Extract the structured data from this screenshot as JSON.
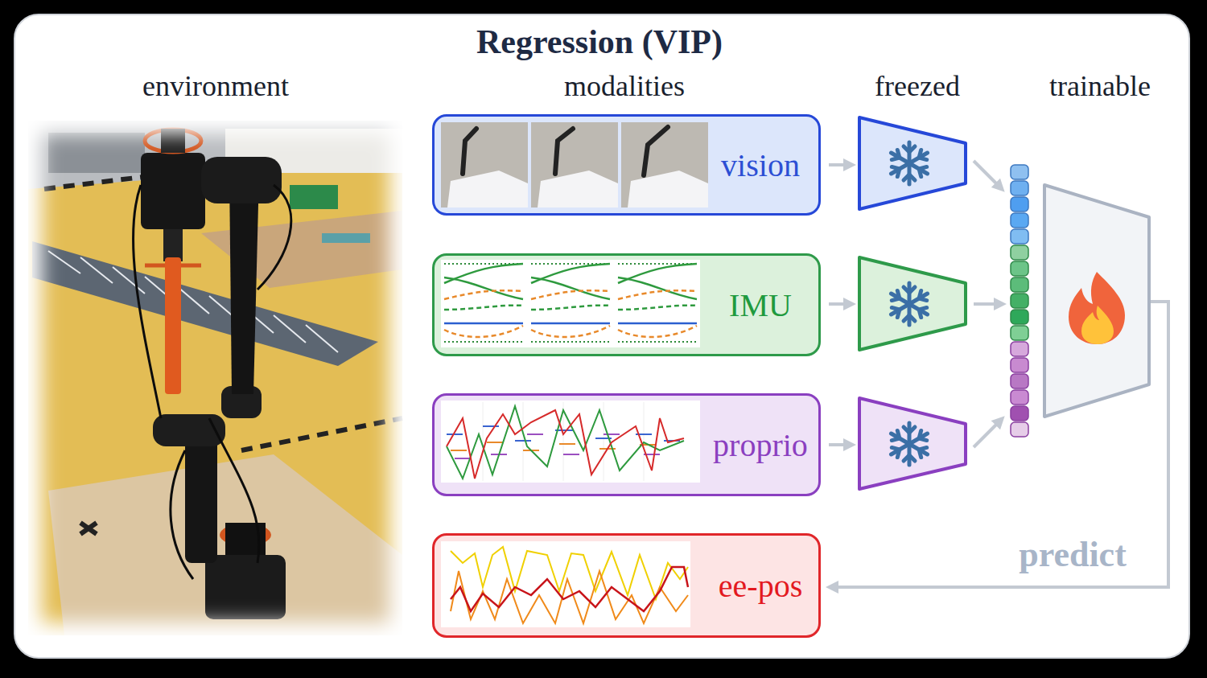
{
  "diagram": {
    "title": "Regression (VIP)",
    "nodes": [
      {
        "text": [
          "vision"
        ]
      },
      {
        "text": [
          "IMU"
        ]
      },
      {
        "text": [
          "proprio"
        ]
      },
      {
        "text": [
          "ee-pos"
        ]
      }
    ],
    "labels": [
      "environment",
      "modalities",
      "freezed",
      "trainable",
      "predict"
    ]
  }
}
